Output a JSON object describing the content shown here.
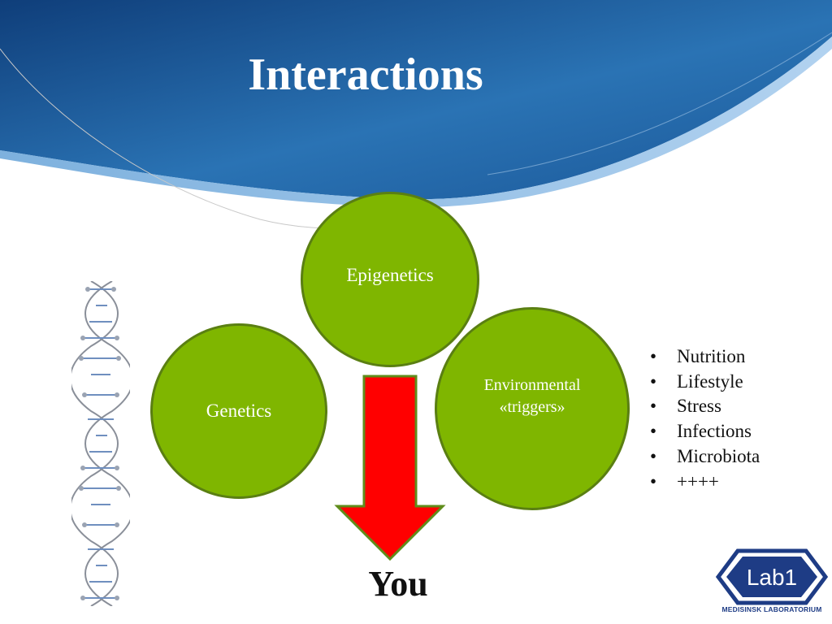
{
  "slide": {
    "title": "Interactions"
  },
  "circles": {
    "epigenetics": "Epigenetics",
    "genetics": "Genetics",
    "environmental_line1": "Environmental",
    "environmental_line2": "«triggers»"
  },
  "result_label": "You",
  "factors": [
    "Nutrition",
    "Lifestyle",
    "Stress",
    "Infections",
    "Microbiota",
    "++++"
  ],
  "logo": {
    "name": "Lab1",
    "subtitle": "MEDISINSK LABORATORIUM"
  },
  "colors": {
    "banner_blue": "#1d5a9c",
    "circle_green": "#7fb600",
    "arrow_red": "#ff0000",
    "logo_blue": "#1e3c85"
  },
  "icons": [
    "dna-helix-image",
    "down-arrow",
    "lab1-logo"
  ]
}
